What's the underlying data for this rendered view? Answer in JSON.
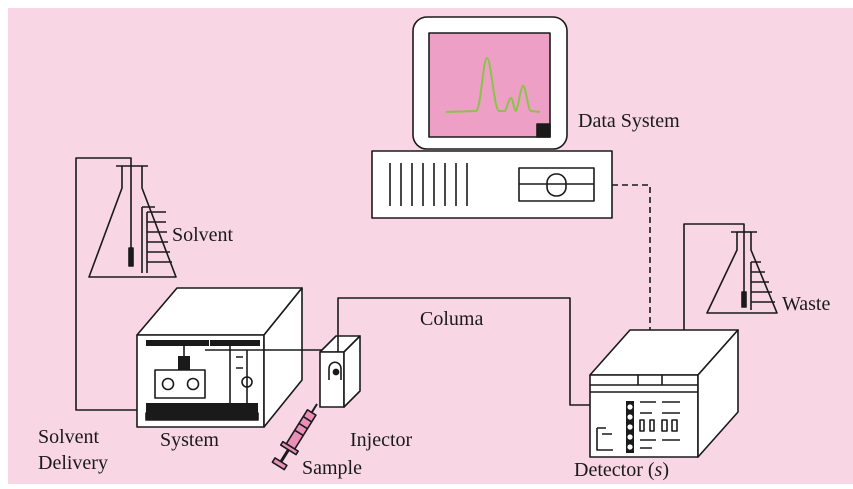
{
  "labels": {
    "data_system": "Data System",
    "solvent": "Solvent",
    "waste": "Waste",
    "columa": "Columa",
    "solvent_delivery_line1": "Solvent",
    "solvent_delivery_line2": "Delivery",
    "system": "System",
    "injector": "Injector",
    "sample": "Sample",
    "detector": "Detector (",
    "detector_s": "s",
    "detector_close": ")"
  },
  "colors": {
    "background": "#f8d6e4",
    "screen": "#ee9fc5",
    "trace": "#8bc34a",
    "syringe": "#ec8fb8",
    "outline": "#1a1a1a"
  }
}
